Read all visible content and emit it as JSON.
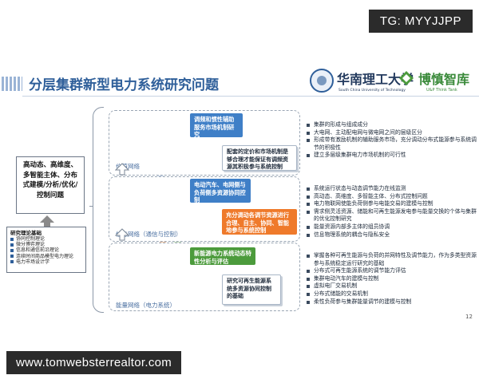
{
  "watermark": {
    "tg_text": "TG: MYYJJPP",
    "url_text": "www.tomwebsterrealtor.com"
  },
  "header": {
    "title": "分层集群新型电力系统研究问题",
    "university_cn": "华南理工大学",
    "university_en": "South China University of Technology",
    "think_tank_cn": "博慎智库",
    "think_tank_en": "U&P Think Tank"
  },
  "left": {
    "core_box": "高动态、高维度、多智能主体、分布式建模/分析/优化/控制问题",
    "theory_title": "研究理论基础",
    "theory_items": [
      "协同控制理论",
      "微分博弈理论",
      "信息和通信前沿理论",
      "连续时间商品模型电力理论",
      "电力市场设计学"
    ]
  },
  "layers": {
    "value": {
      "label": "价值网络"
    },
    "info": {
      "label": "信息网络（通信与控制）"
    },
    "energy": {
      "label": "能量网络（电力系统）"
    }
  },
  "boxes": {
    "value_top": "调频和惯性辅助服务市场机制研究",
    "value_bottom": "配套的定价和市场机制是够合理才能保证有调频资源其积极参与系统控制",
    "info_top": "电动汽车、电网侧与负荷侧多资源协同控制",
    "info_bottom": "充分调动各调节资源进行合理、自主、协同、智能地参与系统控制",
    "energy_top": "新能源电力系统动态特性分析与评估",
    "energy_bottom": "研究可再生能源系统多资源协同控制的基础"
  },
  "bullets": {
    "value": [
      "集群的形成与组成成分",
      "大电网、主动配电网与微电网之间的层级区分",
      "形成带有激励机制的辅助服务市场，充分调动分布式能源参与系统调节的积极性",
      "建立多层级集群电力市场机制的可行性"
    ],
    "info": [
      "系统运行状态与动态调节能力在线监测",
      "高动态、高维度、多智能主体、分布式控制问题",
      "电力物联网使能负荷侧参与电能交易的建模与控制",
      "需求侧灵活资源、储能和可再生能源发电参与能量交换的个体与集群的优化控制研究",
      "能量资源内部多主体的组员协调",
      "信息物理系统的耦合与隐私安全"
    ],
    "energy": [
      "掌握各种可再生能源与负荷的并网特性及调节能力，作为多类型资源参与系统稳定运行研究的基础",
      "分布式可再生能源系统的调节能力评估",
      "集群电动汽车的建模与控制",
      "虚拟电厂交易机制",
      "分布式储能的交易机制",
      "柔性负荷参与集群能量调节的建模与控制"
    ]
  },
  "page_number": "12",
  "colors": {
    "blue": "#3f7fc7",
    "orange": "#ef7a2b",
    "green": "#4c9b3c",
    "title_blue": "#2f5f9a"
  }
}
